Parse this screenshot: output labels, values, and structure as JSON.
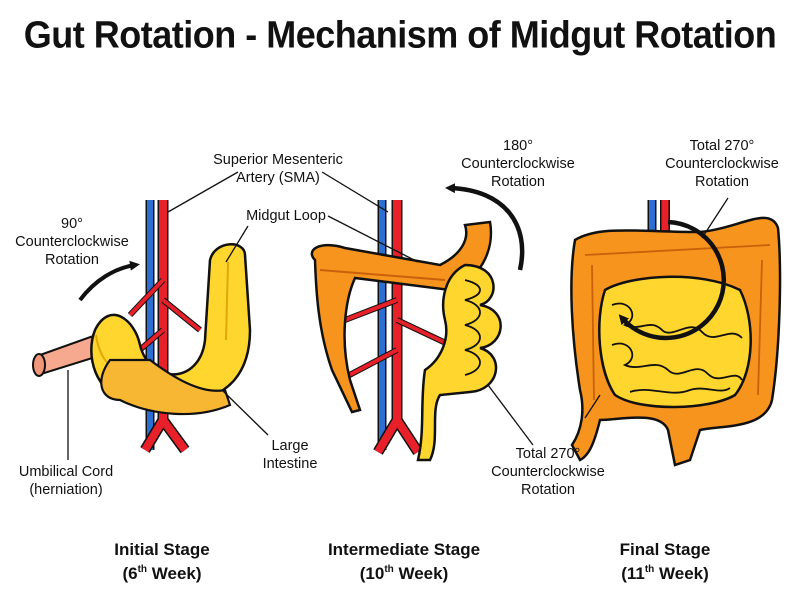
{
  "title": "Gut Rotation - Mechanism of Midgut Rotation",
  "labels": {
    "sma_line1": "Superior Mesenteric",
    "sma_line2": "Artery (SMA)",
    "midgut_loop": "Midgut Loop",
    "rot90_line1": "90°",
    "rot90_line2": "Counterclockwise",
    "rot90_line3": "Rotation",
    "rot180_line1": "180°",
    "rot180_line2": "Counterclockwise",
    "rot180_line3": "Rotation",
    "rot270top_line1": "Total 270°",
    "rot270top_line2": "Counterclockwise",
    "rot270top_line3": "Rotation",
    "rot270bot_line1": "Total 270°",
    "rot270bot_line2": "Counterclockwise",
    "rot270bot_line3": "Rotation",
    "large_intestine_line1": "Large",
    "large_intestine_line2": "Intestine",
    "umbilical_line1": "Umbilical Cord",
    "umbilical_line2": "(herniation)"
  },
  "stages": [
    {
      "name": "Initial Stage",
      "week_num": "(6",
      "week_sup": "th",
      "week_rest": " Week)"
    },
    {
      "name": "Intermediate Stage",
      "week_num": "(10",
      "week_sup": "th",
      "week_rest": " Week)"
    },
    {
      "name": "Final Stage",
      "week_num": "(11",
      "week_sup": "th",
      "week_rest": " Week)"
    }
  ],
  "colors": {
    "artery": "#e8202a",
    "vein": "#2a6fd1",
    "small_intestine": "#ffd62e",
    "large_intestine": "#f7941d",
    "umbilical": "#f6a98e",
    "outline": "#111111"
  }
}
